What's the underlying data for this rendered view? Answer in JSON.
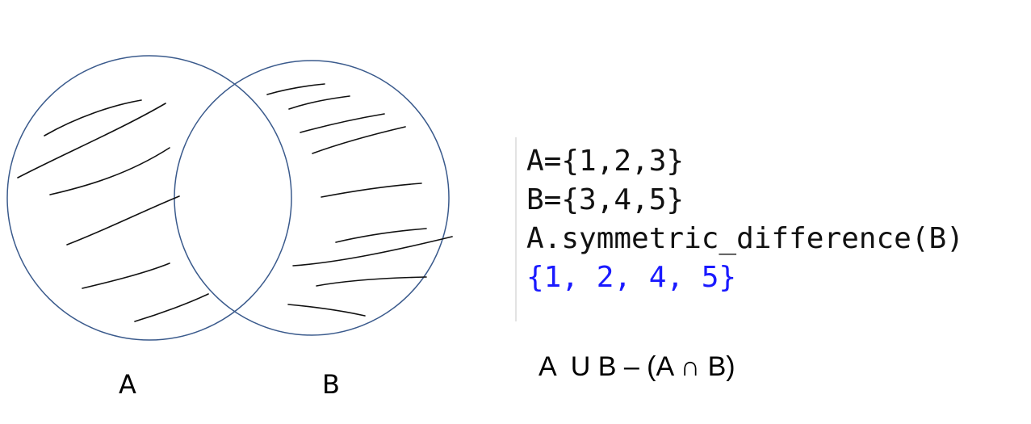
{
  "venn": {
    "sets": [
      {
        "label": "A"
      },
      {
        "label": "B"
      }
    ],
    "circle_stroke": "#3a5a8c",
    "hatch_color": "#111111",
    "shaded_regions": [
      "A only",
      "B only"
    ]
  },
  "code": {
    "cutoff_line": "                      ",
    "lines": [
      {
        "text": "A={1,2,3}",
        "kind": "input"
      },
      {
        "text": "B={3,4,5}",
        "kind": "input"
      },
      {
        "text": "A.symmetric_difference(B)",
        "kind": "input"
      },
      {
        "text": "{1, 2, 4, 5}",
        "kind": "output"
      }
    ],
    "input_color": "#111111",
    "output_color": "#1a1aff"
  },
  "formula": {
    "text": "A  U B – (A ∩ B)"
  }
}
